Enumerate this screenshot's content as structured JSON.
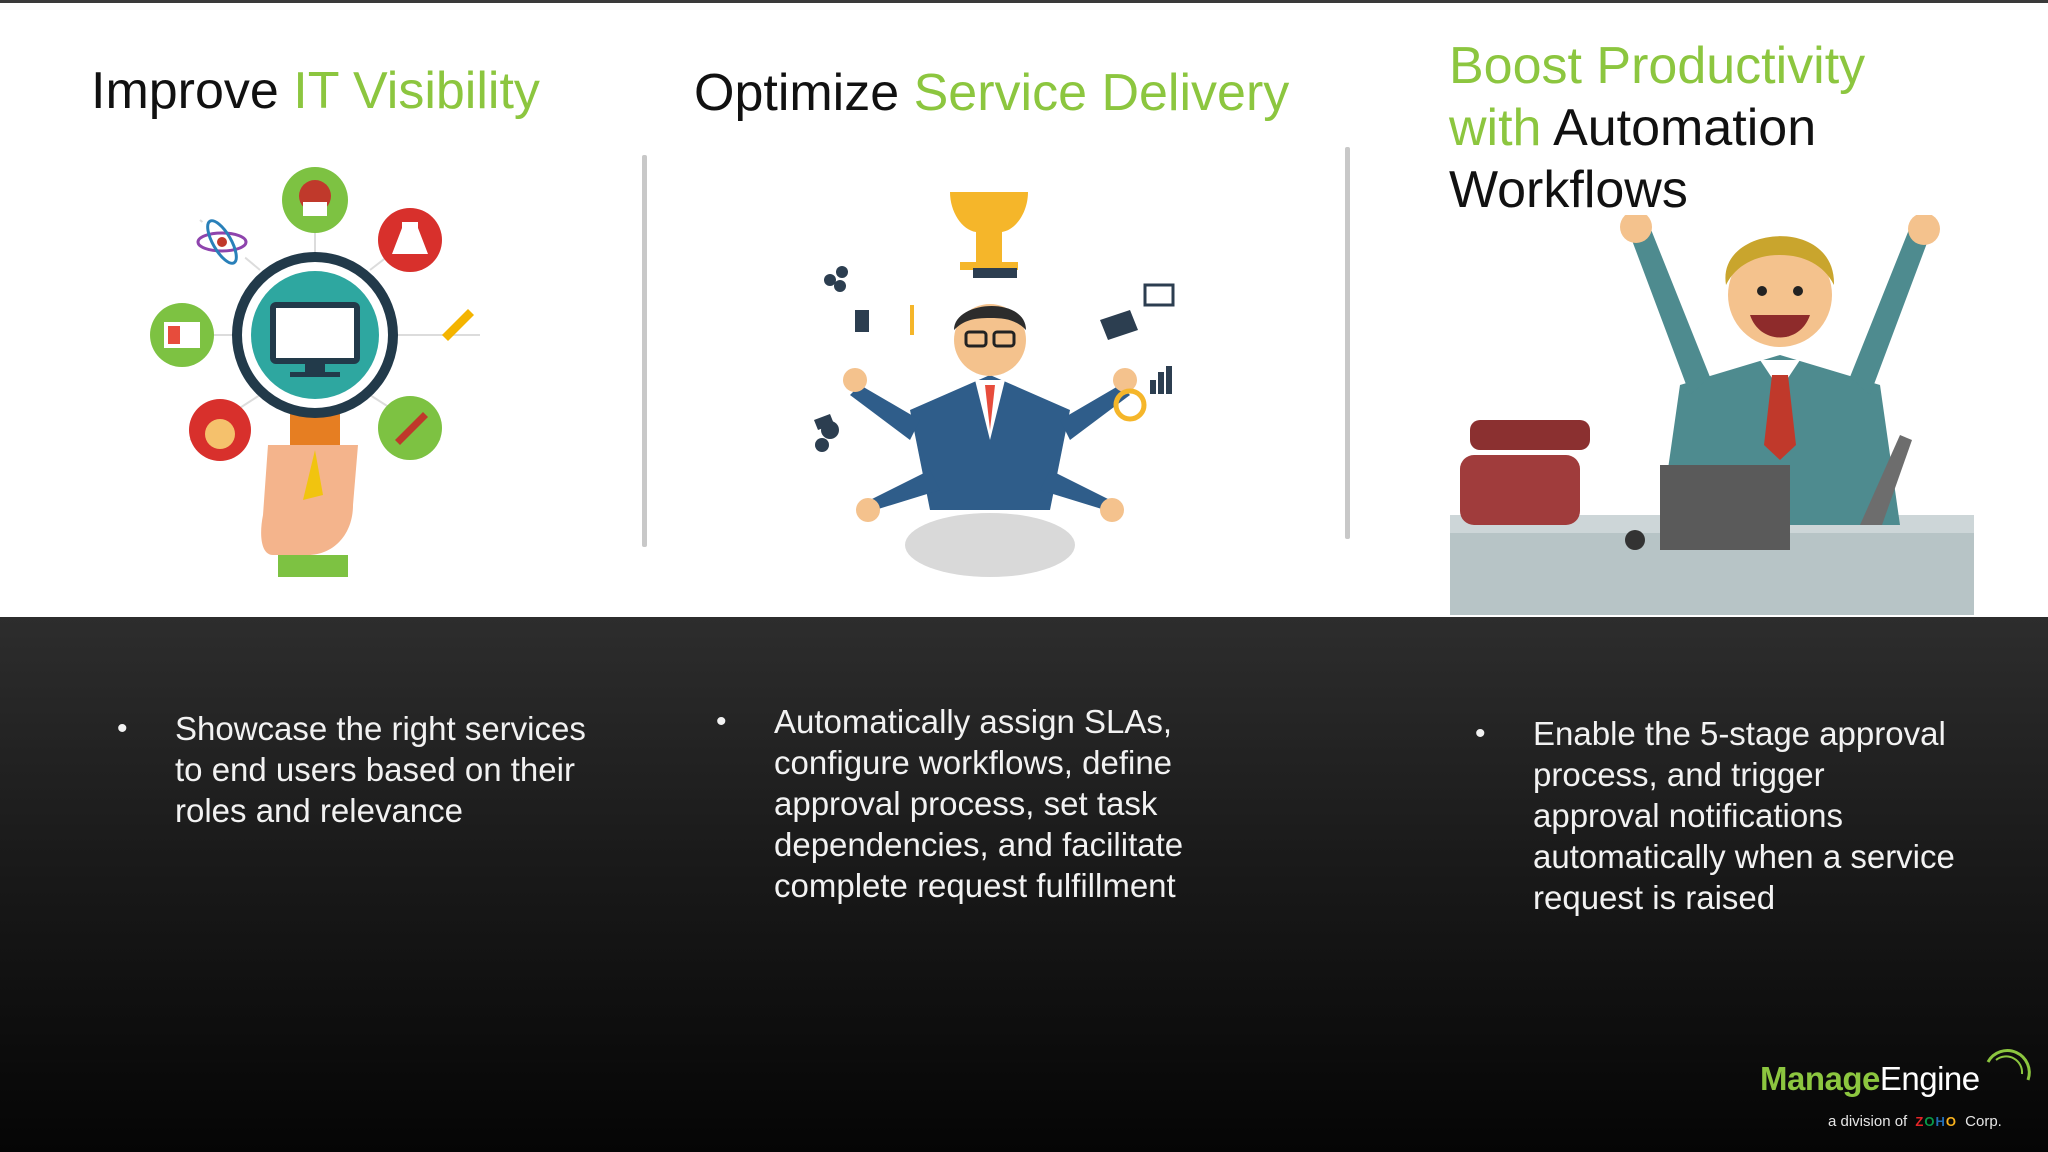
{
  "columns": [
    {
      "title_plain": "Improve ",
      "title_accent": "IT Visibility",
      "bullet": "Showcase the right services to end users based on their roles and relevance"
    },
    {
      "title_plain": "Optimize ",
      "title_accent": "Service Delivery",
      "bullet": "Automatically assign SLAs, configure workflows, define approval process, set task dependencies, and facilitate complete request fulfillment"
    },
    {
      "title_accent_1": "Boost Productivity",
      "title_accent_2": "with",
      "title_plain_1": "Automation",
      "title_plain_2": "Workflows",
      "bullet": "Enable the 5-stage approval process, and trigger approval notifications automatically when a service request is raised"
    }
  ],
  "bullet_symbol": "•",
  "logo": {
    "brand_bold": "Manage",
    "brand_regular": "Engine",
    "sub_prefix": "a division of",
    "sub_suffix": "Corp."
  },
  "icons": {
    "col1": "magnifier-monitor-icon",
    "col2": "multitasking-businessman-icon",
    "col3": "happy-worker-desk-icon"
  },
  "colors": {
    "accent": "#8cc63f",
    "title": "#111111",
    "bullet_text": "#f2f2f2"
  }
}
